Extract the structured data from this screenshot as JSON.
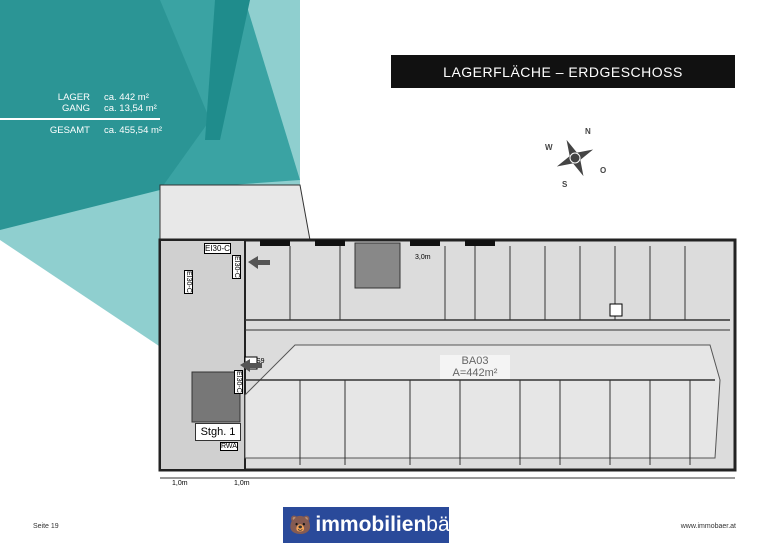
{
  "areas": [
    {
      "label": "LAGER",
      "value": "ca. 442 m²"
    },
    {
      "label": "GANG",
      "value": "ca. 13,54 m²"
    }
  ],
  "total": {
    "label": "GESAMT",
    "value": "ca. 455,54 m²"
  },
  "title": "LAGERFLÄCHE – ERDGESCHOSS",
  "plan": {
    "room_id": "BA03",
    "room_area": "A=442m²",
    "stair_label": "Stgh. 1",
    "dimension_top": "3,0m",
    "dimension_bottom_1": "1,0m",
    "dimension_bottom_2": "1,0m",
    "door_labels": [
      "EI30-C",
      "EI30-C",
      "EI30-C",
      "EI30-C"
    ],
    "rwa": "RWA",
    "s9": "S9"
  },
  "compass": {
    "letters": [
      "N",
      "O",
      "S",
      "W"
    ]
  },
  "footer": {
    "page": "Seite 19",
    "logo_text_bold": "immobilien",
    "logo_text_light": "bär",
    "website": "www.immobaer.at"
  },
  "colors": {
    "teal_dark": "#1f8c8c",
    "teal": "#3aa3a3",
    "teal_light": "#86c9c9",
    "logo_blue": "#2a4a9a"
  }
}
